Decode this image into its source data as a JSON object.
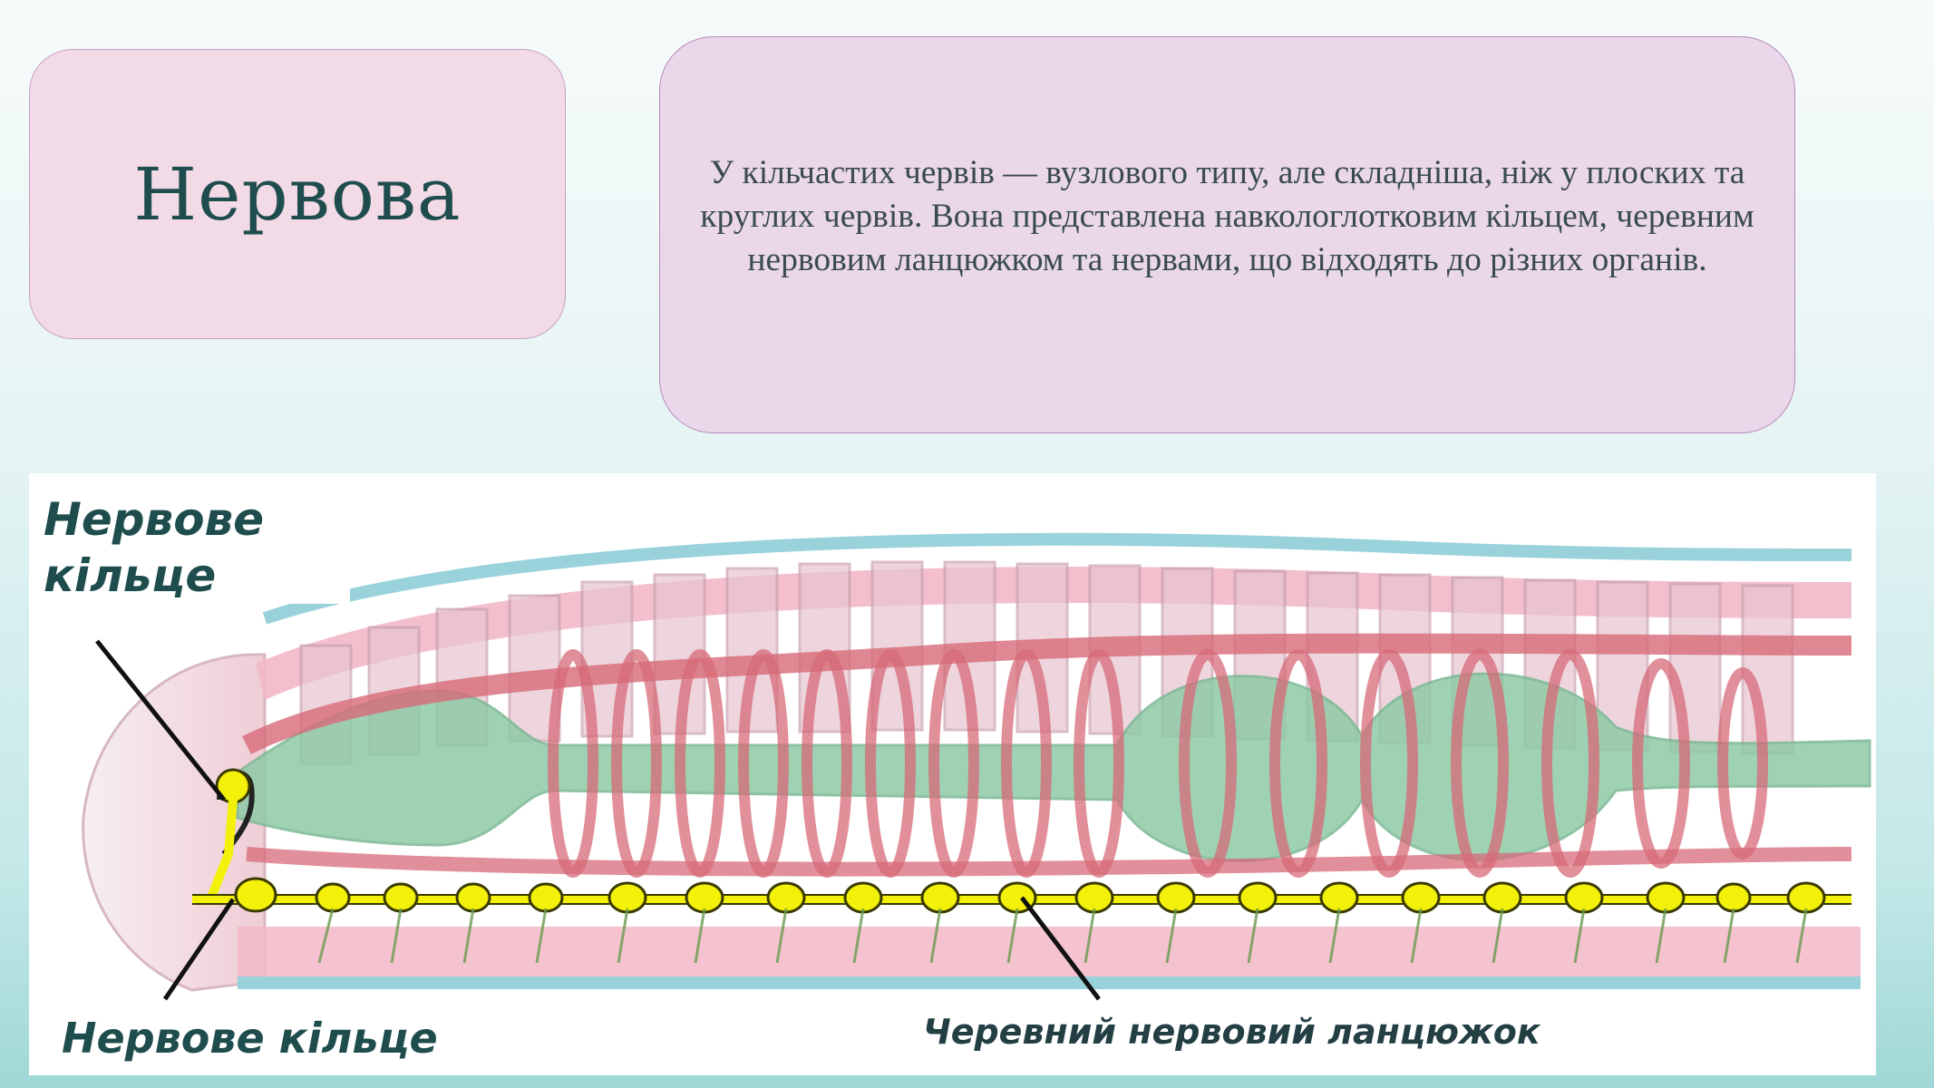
{
  "title": "Нервова",
  "description": "У кільчастих червів — вузлового типу, але складніша, ніж у плоских та круглих червів. Вона представлена навкологлотковим кільцем, черевним нервовим ланцюжком та нервами, що відходять до різних органів.",
  "figure": {
    "label_top": "Нервове кільце",
    "label_bottom": "Нервове кільце",
    "label_chain": "Черевний нервовий ланцюжок"
  },
  "colors": {
    "body_pink": "#f3b8c8",
    "vessel_red": "#d76a78",
    "gut_green": "#8fcaa6",
    "nerve_yellow": "#f3f00a",
    "outline_cyan": "#9ad2dc"
  }
}
